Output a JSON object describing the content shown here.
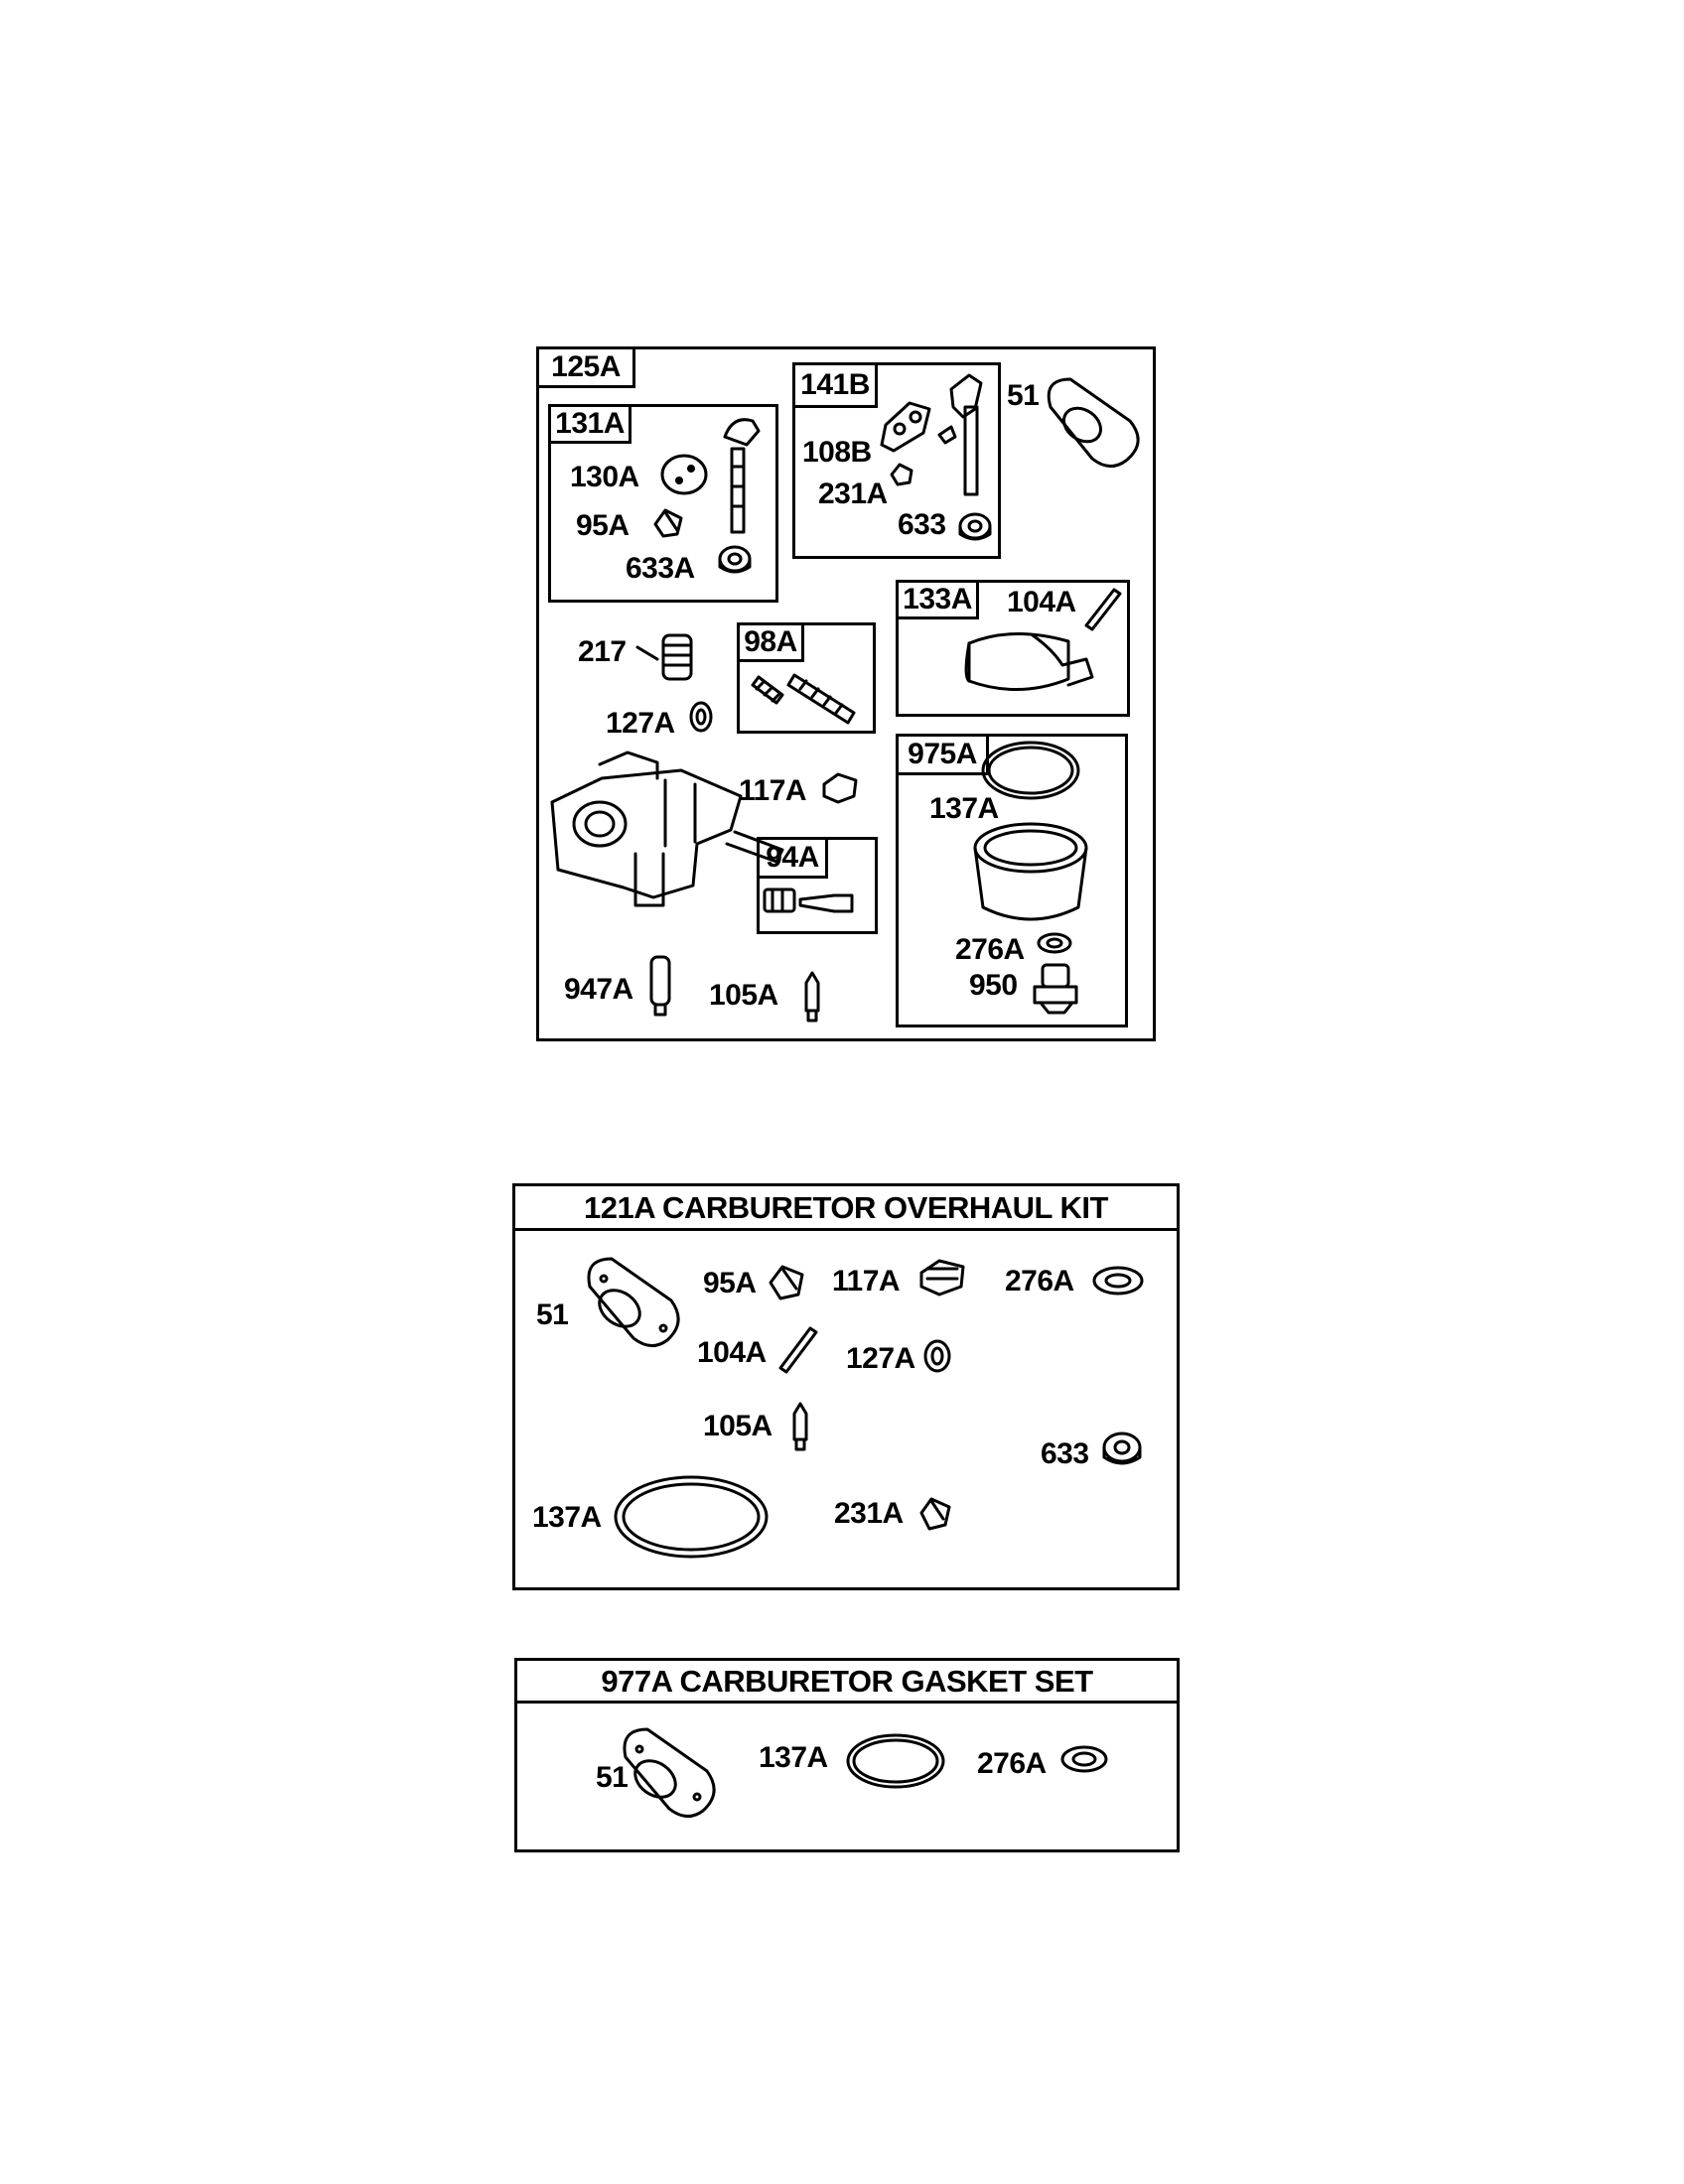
{
  "main_assembly": {
    "tag": "125A",
    "sub_131A": {
      "tag": "131A",
      "labels": [
        "130A",
        "95A",
        "633A"
      ]
    },
    "sub_141B": {
      "tag": "141B",
      "labels": [
        "108B",
        "231A",
        "633"
      ]
    },
    "sub_133A": {
      "tag": "133A",
      "labels": [
        "104A"
      ]
    },
    "sub_98A": {
      "tag": "98A"
    },
    "sub_94A": {
      "tag": "94A"
    },
    "sub_975A": {
      "tag": "975A",
      "labels": [
        "137A",
        "276A",
        "950"
      ]
    },
    "loose_labels": [
      "51",
      "217",
      "127A",
      "117A",
      "947A",
      "105A"
    ]
  },
  "overhaul_kit": {
    "title": "121A CARBURETOR OVERHAUL KIT",
    "labels": [
      "51",
      "95A",
      "117A",
      "276A",
      "104A",
      "127A",
      "105A",
      "633",
      "137A",
      "231A"
    ]
  },
  "gasket_set": {
    "title": "977A CARBURETOR GASKET SET",
    "labels": [
      "51",
      "137A",
      "276A"
    ]
  }
}
